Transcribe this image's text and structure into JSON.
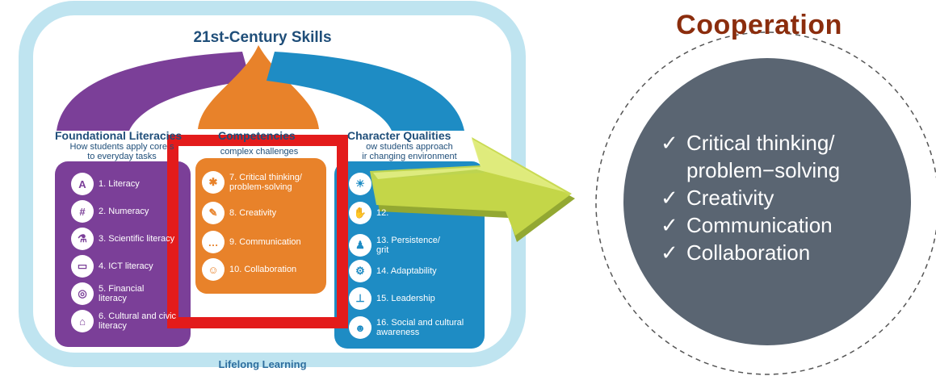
{
  "frame": {
    "title": "21st-Century Skills",
    "footer": "Lifelong Learning"
  },
  "columns": {
    "foundational": {
      "heading": "Foundational Literacies",
      "subtitle": [
        "How students apply core s",
        "to everyday tasks"
      ],
      "items": [
        {
          "number": "1.",
          "label": "Literacy",
          "icon": "abc-icon"
        },
        {
          "number": "2.",
          "label": "Numeracy",
          "icon": "numbers-icon"
        },
        {
          "number": "3.",
          "label": "Scientific literacy",
          "icon": "flask-icon"
        },
        {
          "number": "4.",
          "label": "ICT literacy",
          "icon": "laptop-icon"
        },
        {
          "number": "5.",
          "label": "Financial literacy",
          "icon": "coins-icon"
        },
        {
          "number": "6.",
          "label": "Cultural and civic literacy",
          "icon": "building-icon"
        }
      ]
    },
    "competencies": {
      "heading": "Competencies",
      "subtitle": [
        "complex challenges"
      ],
      "items": [
        {
          "number": "7.",
          "label": "Critical thinking/ problem-solving",
          "icon": "brain-icon"
        },
        {
          "number": "8.",
          "label": "Creativity",
          "icon": "pencils-icon"
        },
        {
          "number": "9.",
          "label": "Communication",
          "icon": "speech-bubble-icon"
        },
        {
          "number": "10.",
          "label": "Collaboration",
          "icon": "people-group-icon"
        }
      ]
    },
    "character": {
      "heading": "Character Qualities",
      "subtitle": [
        "ow students approach",
        "ir changing environment"
      ],
      "items": [
        {
          "number": "",
          "label": "",
          "icon": "lightbulb-icon"
        },
        {
          "number": "12.",
          "label": "",
          "icon": "hand-icon"
        },
        {
          "number": "13.",
          "label": "Persistence/ grit",
          "icon": "person-icon"
        },
        {
          "number": "14.",
          "label": "Adaptability",
          "icon": "gears-icon"
        },
        {
          "number": "15.",
          "label": "Leadership",
          "icon": "hierarchy-icon"
        },
        {
          "number": "16.",
          "label": "Social and cultural awareness",
          "icon": "community-icon"
        }
      ]
    }
  },
  "cooperation": {
    "title": "Cooperation",
    "checkmark": "✓",
    "lines": [
      {
        "check": true,
        "text": "Critical thinking/"
      },
      {
        "check": false,
        "text": "problem−solving"
      },
      {
        "check": true,
        "text": "Creativity"
      },
      {
        "check": true,
        "text": "Communication"
      },
      {
        "check": true,
        "text": "Collaboration"
      }
    ]
  },
  "colors": {
    "purple": "#7b3f98",
    "orange": "#e8822a",
    "blue": "#1e8cc4",
    "frame": "#bfe4f0",
    "highlight": "#e31b1b",
    "arrow": "#c6d84a",
    "circle": "#5a6572",
    "title_text": "#1f4e79"
  }
}
